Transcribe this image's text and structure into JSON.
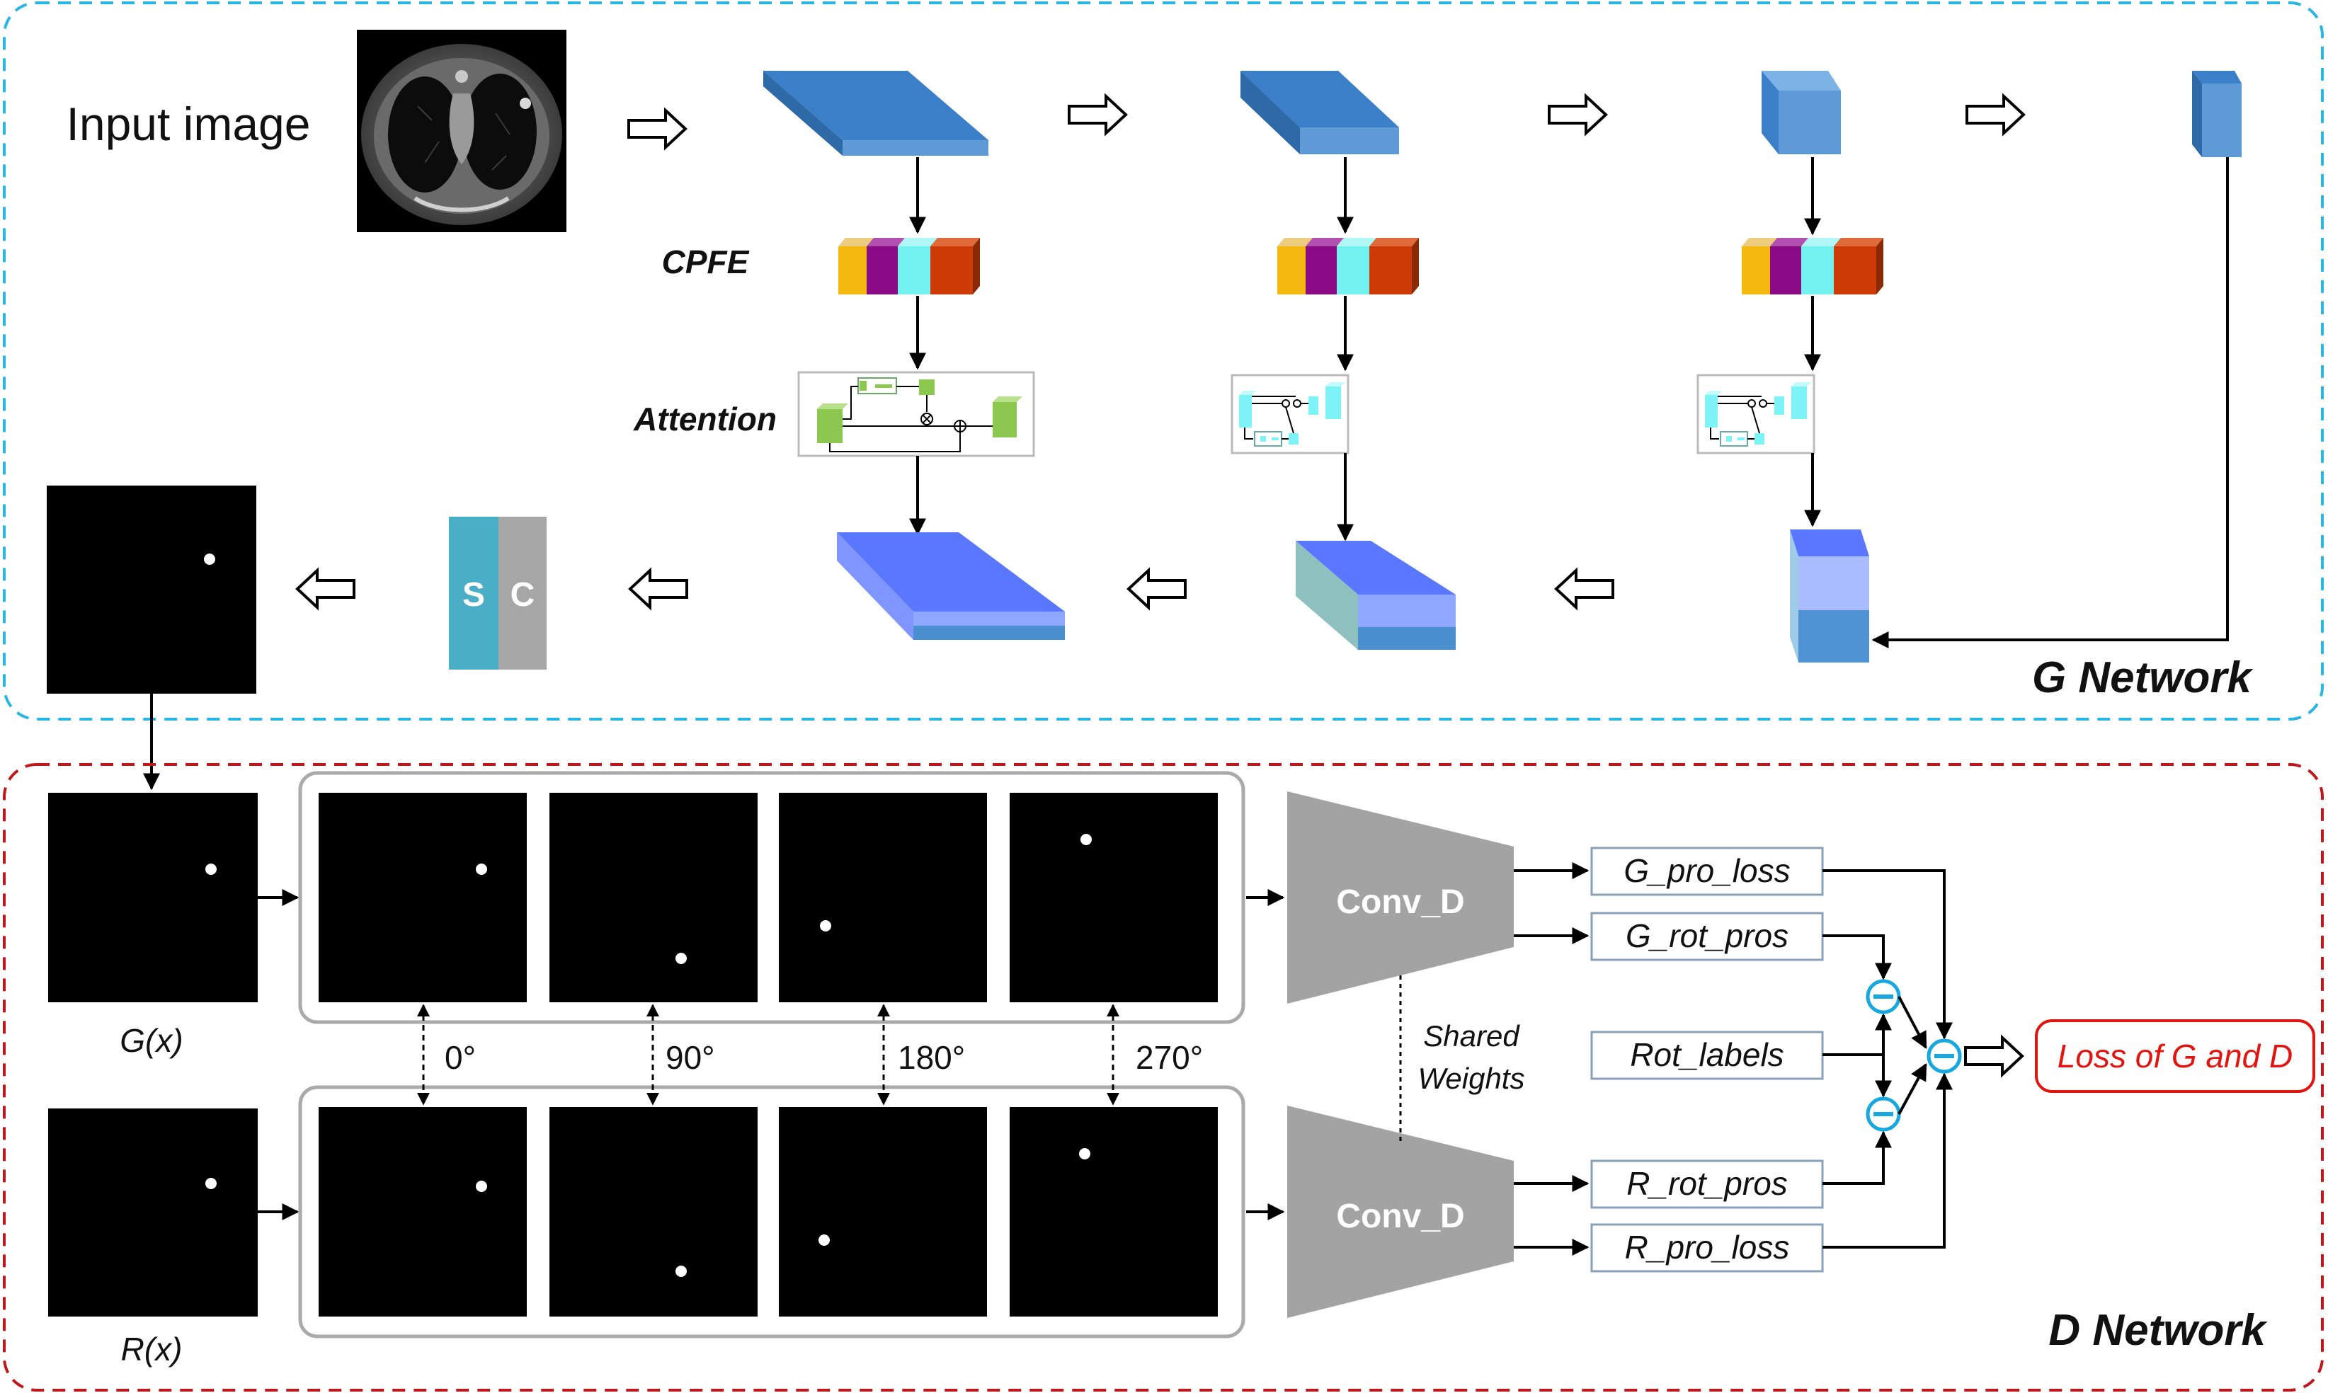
{
  "g_network": {
    "label": "G Network",
    "input_label": "Input image",
    "cpfe_label": "CPFE",
    "attention_label": "Attention",
    "sc_s": "S",
    "sc_c": "C"
  },
  "d_network": {
    "label": "D Network",
    "gx_label": "G(x)",
    "rx_label": "R(x)",
    "rotations": [
      "0°",
      "90°",
      "180°",
      "270°"
    ],
    "conv_top": "Conv_D",
    "conv_bottom": "Conv_D",
    "shared_line1": "Shared",
    "shared_line2": "Weights",
    "outputs": {
      "g_pro_loss": "G_pro_loss",
      "g_rot_pros": "G_rot_pros",
      "rot_labels": "Rot_labels",
      "r_rot_pros": "R_rot_pros",
      "r_pro_loss": "R_pro_loss"
    },
    "final_loss": "Loss of G and D"
  },
  "colors": {
    "g_border": "#29b6e6",
    "d_border": "#c0161c",
    "encoder_top": "#3a7fc8",
    "encoder_front": "#5d9ad6",
    "decoder_top": "#5a78ff",
    "conv_gray": "#a3a3a3",
    "minus_circle": "#18a8e0",
    "loss_red": "#e3130f",
    "cpfe": [
      "#f5b80e",
      "#8b0a86",
      "#73f0f0",
      "#cf3b06"
    ],
    "attention_green": "#8cc850",
    "attention_cyan": "#7ef3f7",
    "s_color": "#49aec6",
    "c_color": "#a6a6a6"
  }
}
